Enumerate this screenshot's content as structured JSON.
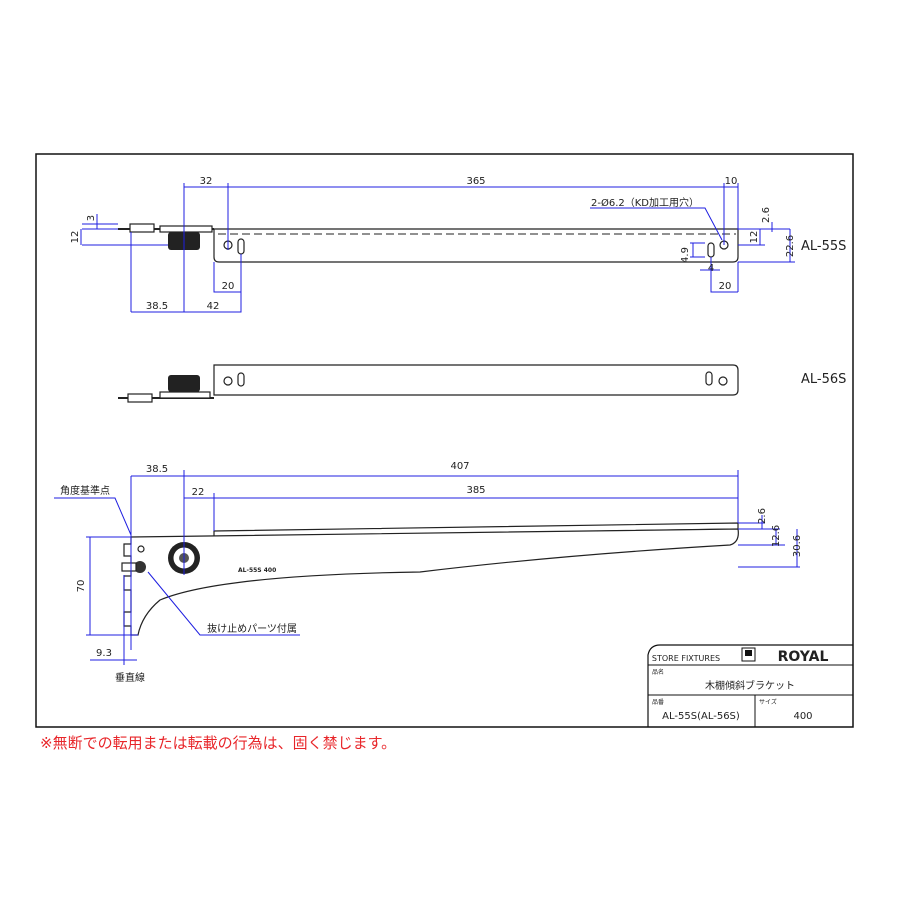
{
  "drawing": {
    "top_view": {
      "model_label": "AL-55S",
      "dims": {
        "d32": "32",
        "d365": "365",
        "d10": "10",
        "d3": "3",
        "d12_left": "12",
        "d20_left": "20",
        "d38_5": "38.5",
        "d42": "42",
        "d12_right": "12",
        "d2_6": "2.6",
        "d22_6": "22.6",
        "d4_9": "4.9",
        "d4": "4",
        "d20_right": "20"
      },
      "hole_callout": "2-Ø6.2（KD加工用穴）"
    },
    "second_view": {
      "model_label": "AL-56S"
    },
    "side_view": {
      "dims": {
        "d38_5": "38.5",
        "d407": "407",
        "d22": "22",
        "d385": "385",
        "d2_6": "2.6",
        "d12_6": "12.6",
        "d30_6": "30.6",
        "d70": "70",
        "d9_3": "9.3"
      },
      "angle_reference": "角度基準点",
      "vertical_line": "垂直線",
      "stopper_note": "抜け止めパーツ付属",
      "stamp": "AL-55S  400"
    }
  },
  "title_block": {
    "company": "STORE FIXTURES",
    "brand": "ROYAL",
    "name_label": "品名",
    "name": "木棚傾斜ブラケット",
    "part_label": "品番",
    "part": "AL-55S(AL-56S)",
    "size_label": "サイズ",
    "size": "400"
  },
  "copyright_notice": "※無断での転用または転載の行為は、固く禁じます。"
}
